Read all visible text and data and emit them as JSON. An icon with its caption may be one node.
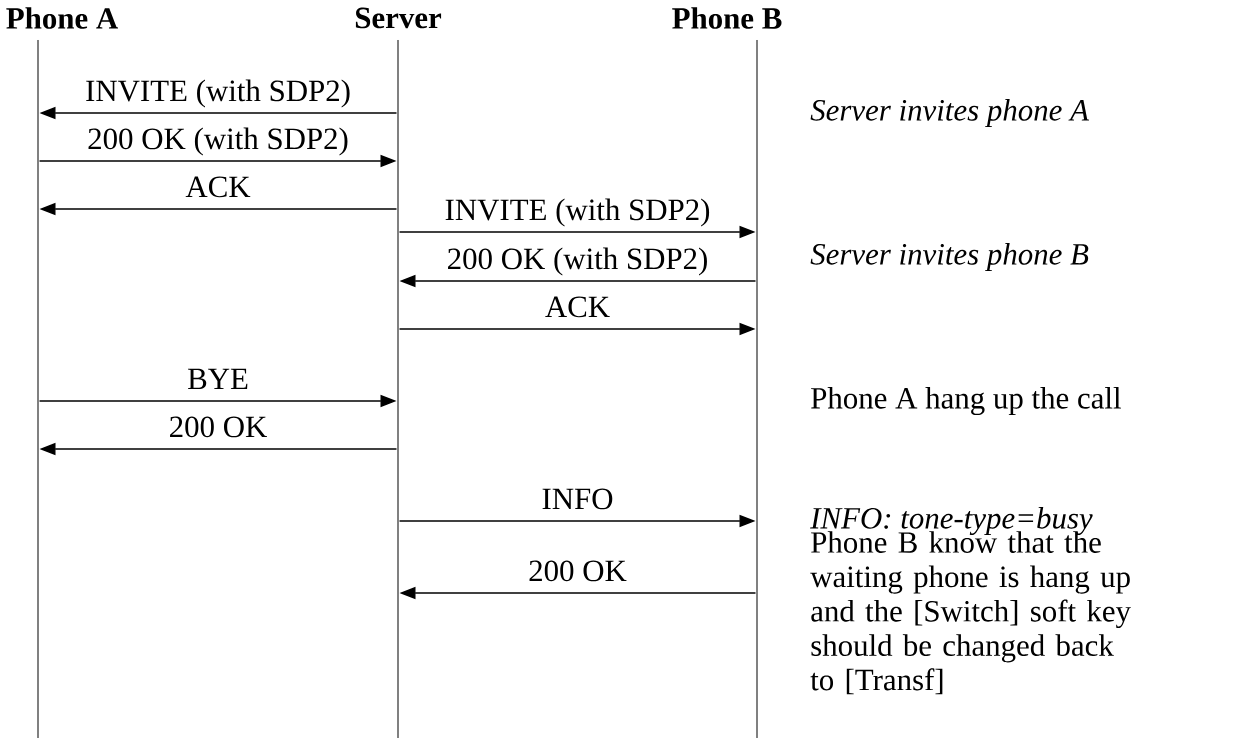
{
  "diagram": {
    "nodes": [
      {
        "text": [
          "Phone A"
        ]
      },
      {
        "text": [
          "Server"
        ]
      },
      {
        "text": [
          "Phone B"
        ]
      }
    ],
    "edges": [
      {
        "from": 1,
        "to": 0,
        "arrow": "to",
        "label": "INVITE (with SDP2)"
      },
      {
        "from": 0,
        "to": 1,
        "arrow": "to",
        "label": "200 OK (with SDP2)"
      },
      {
        "from": 1,
        "to": 0,
        "arrow": "to",
        "label": "ACK"
      },
      {
        "from": 1,
        "to": 2,
        "arrow": "to",
        "label": "INVITE (with SDP2)"
      },
      {
        "from": 2,
        "to": 1,
        "arrow": "to",
        "label": "200 OK (with SDP2)"
      },
      {
        "from": 1,
        "to": 2,
        "arrow": "to",
        "label": "ACK"
      },
      {
        "from": 0,
        "to": 1,
        "arrow": "to",
        "label": "BYE"
      },
      {
        "from": 1,
        "to": 0,
        "arrow": "to",
        "label": "200 OK"
      },
      {
        "from": 1,
        "to": 2,
        "arrow": "to",
        "label": "INFO"
      },
      {
        "from": 2,
        "to": 1,
        "arrow": "to",
        "label": "200 OK"
      }
    ],
    "labels": [
      "Server invites phone A",
      "Server invites phone B",
      "Phone A hang up the call",
      "INFO: tone-type=busy",
      "Phone B know that the waiting phone is hang up and the [Switch] soft key should be changed back to [Transf]"
    ]
  }
}
